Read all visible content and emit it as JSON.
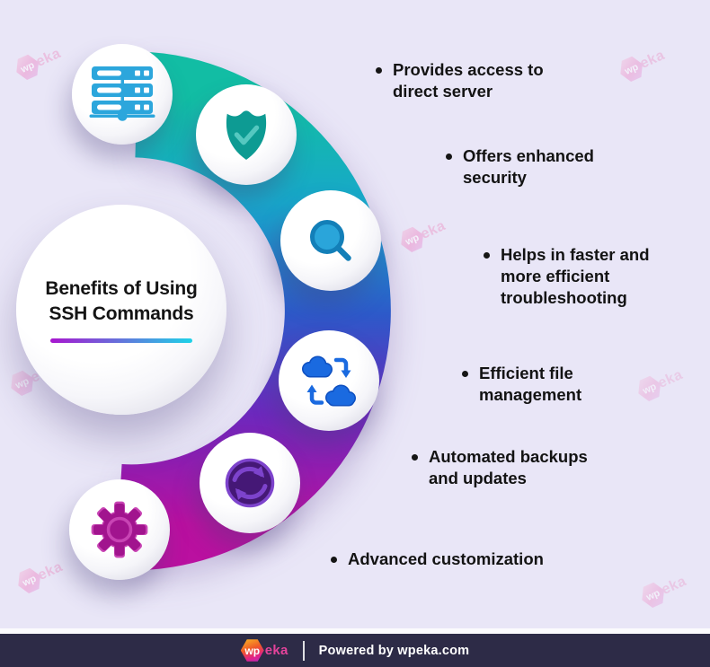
{
  "title": {
    "line1": "Benefits of Using",
    "line2": "SSH Commands"
  },
  "bullets": [
    {
      "text": "Provides access to direct server",
      "icon": "server-icon"
    },
    {
      "text": "Offers enhanced security",
      "icon": "shield-check-icon"
    },
    {
      "text": "Helps in faster and more efficient troubleshooting",
      "icon": "search-icon"
    },
    {
      "text": "Efficient file management",
      "icon": "cloud-sync-icon"
    },
    {
      "text": "Automated backups and updates",
      "icon": "refresh-icon"
    },
    {
      "text": "Advanced customization",
      "icon": "gear-icon"
    }
  ],
  "footer": {
    "logo_wp": "wp",
    "logo_eka": "eka",
    "powered_by": "Powered by wpeka.com"
  },
  "watermark": {
    "wp": "wp",
    "eka": "eka"
  },
  "colors": {
    "page_bg": "#e9e6f7",
    "footer_bg": "#2d2b47",
    "text_color": "#131313",
    "arc_teal": "#12bda4",
    "arc_cyan": "#18a7cb",
    "arc_blue": "#2d59c9",
    "arc_violet": "#6d28bd",
    "arc_magenta": "#ba10a0",
    "underline_left": "#a816cf",
    "underline_right": "#1ed3e8",
    "icon_server": "#2ca6dc",
    "icon_shield": "#0d9b93",
    "icon_shield_check": "#55c8c0",
    "icon_magnifier_ring": "#137fb8",
    "icon_magnifier_fill": "#2aa5da",
    "icon_cloud": "#1a6ae0",
    "icon_cloud_dark": "#0d4fc0",
    "icon_refresh_disc": "#451876",
    "icon_refresh_arrow": "#7d43cc",
    "icon_gear": "#a1148e",
    "icon_gear_light": "#c844b4"
  }
}
